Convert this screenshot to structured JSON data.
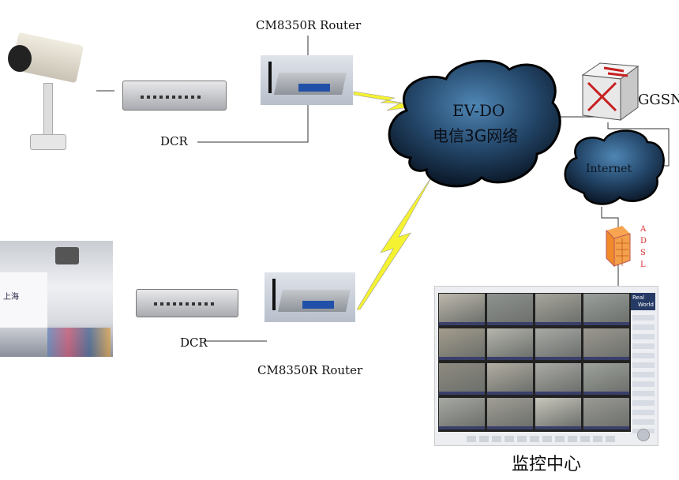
{
  "labels": {
    "router_top": "CM8350R Router",
    "router_bottom": "CM8350R Router",
    "dcr_top": "DCR",
    "dcr_bottom": "DCR",
    "cloud_line1": "EV-DO",
    "cloud_line2": "电信3G网络",
    "ggsn": "GGSN",
    "internet": "Internet",
    "adsl": [
      "A",
      "D",
      "S",
      "L"
    ],
    "monitor_center": "监控中心",
    "monitor_brand_line1": "Real",
    "monitor_brand_line2": "World"
  },
  "colors": {
    "cloud": "#1d3550",
    "lightning": "#f5f232",
    "firewall": "#f08a2a",
    "adsl": "#d83030",
    "line": "#333333"
  }
}
